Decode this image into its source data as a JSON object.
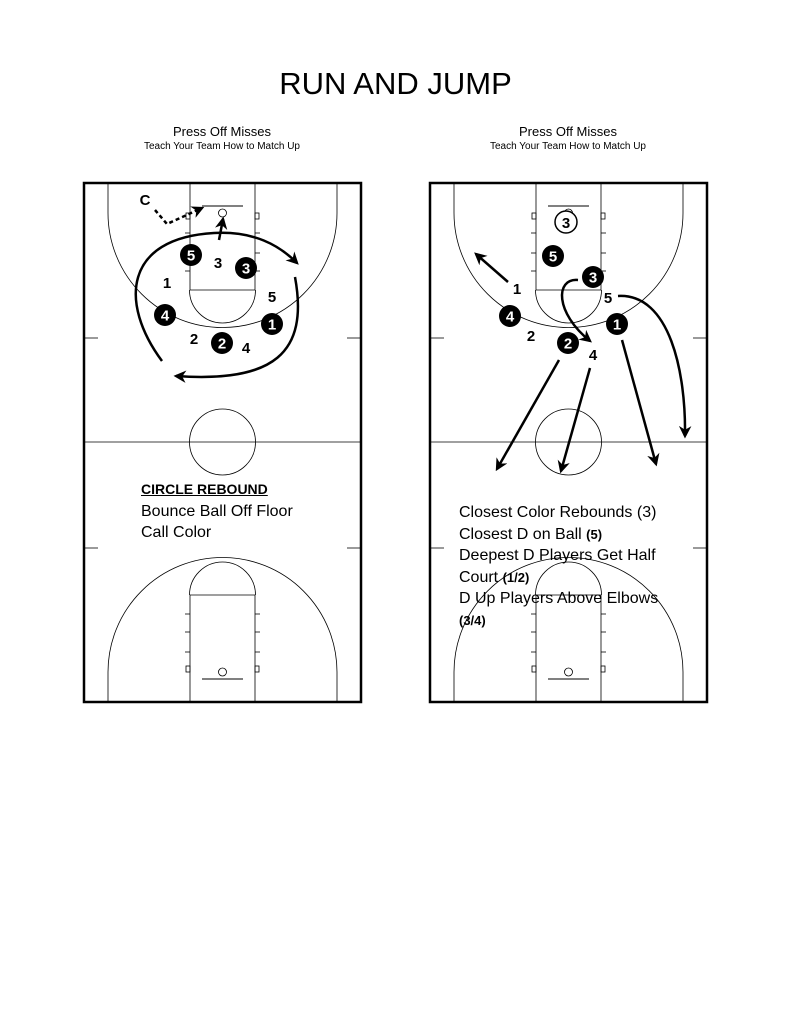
{
  "title": "RUN AND JUMP",
  "left": {
    "heading": "Press Off Misses",
    "subheading": "Teach Your Team How to Match Up",
    "coach_label": "C",
    "offense": [
      "5",
      "3",
      "4",
      "1",
      "2"
    ],
    "defense": [
      "3",
      "1",
      "5",
      "2",
      "4"
    ],
    "notes_title": "CIRCLE REBOUND",
    "notes": [
      "Bounce Ball Off Floor",
      "Call Color"
    ]
  },
  "right": {
    "heading": "Press Off Misses",
    "subheading": "Teach Your Team How to Match Up",
    "ball_player": "3",
    "offense": [
      "5",
      "3",
      "4",
      "2",
      "1"
    ],
    "defense": [
      "1",
      "5",
      "2",
      "4"
    ],
    "notes": {
      "l1": "Closest Color Rebounds (3)",
      "l2": "Closest D on Ball ",
      "l2b": "(5)",
      "l3": "Deepest D Players Get Half",
      "l4": "Court ",
      "l4b": "(1/2)",
      "l5": "D Up Players Above Elbows",
      "l6b": "(3/4)"
    }
  }
}
